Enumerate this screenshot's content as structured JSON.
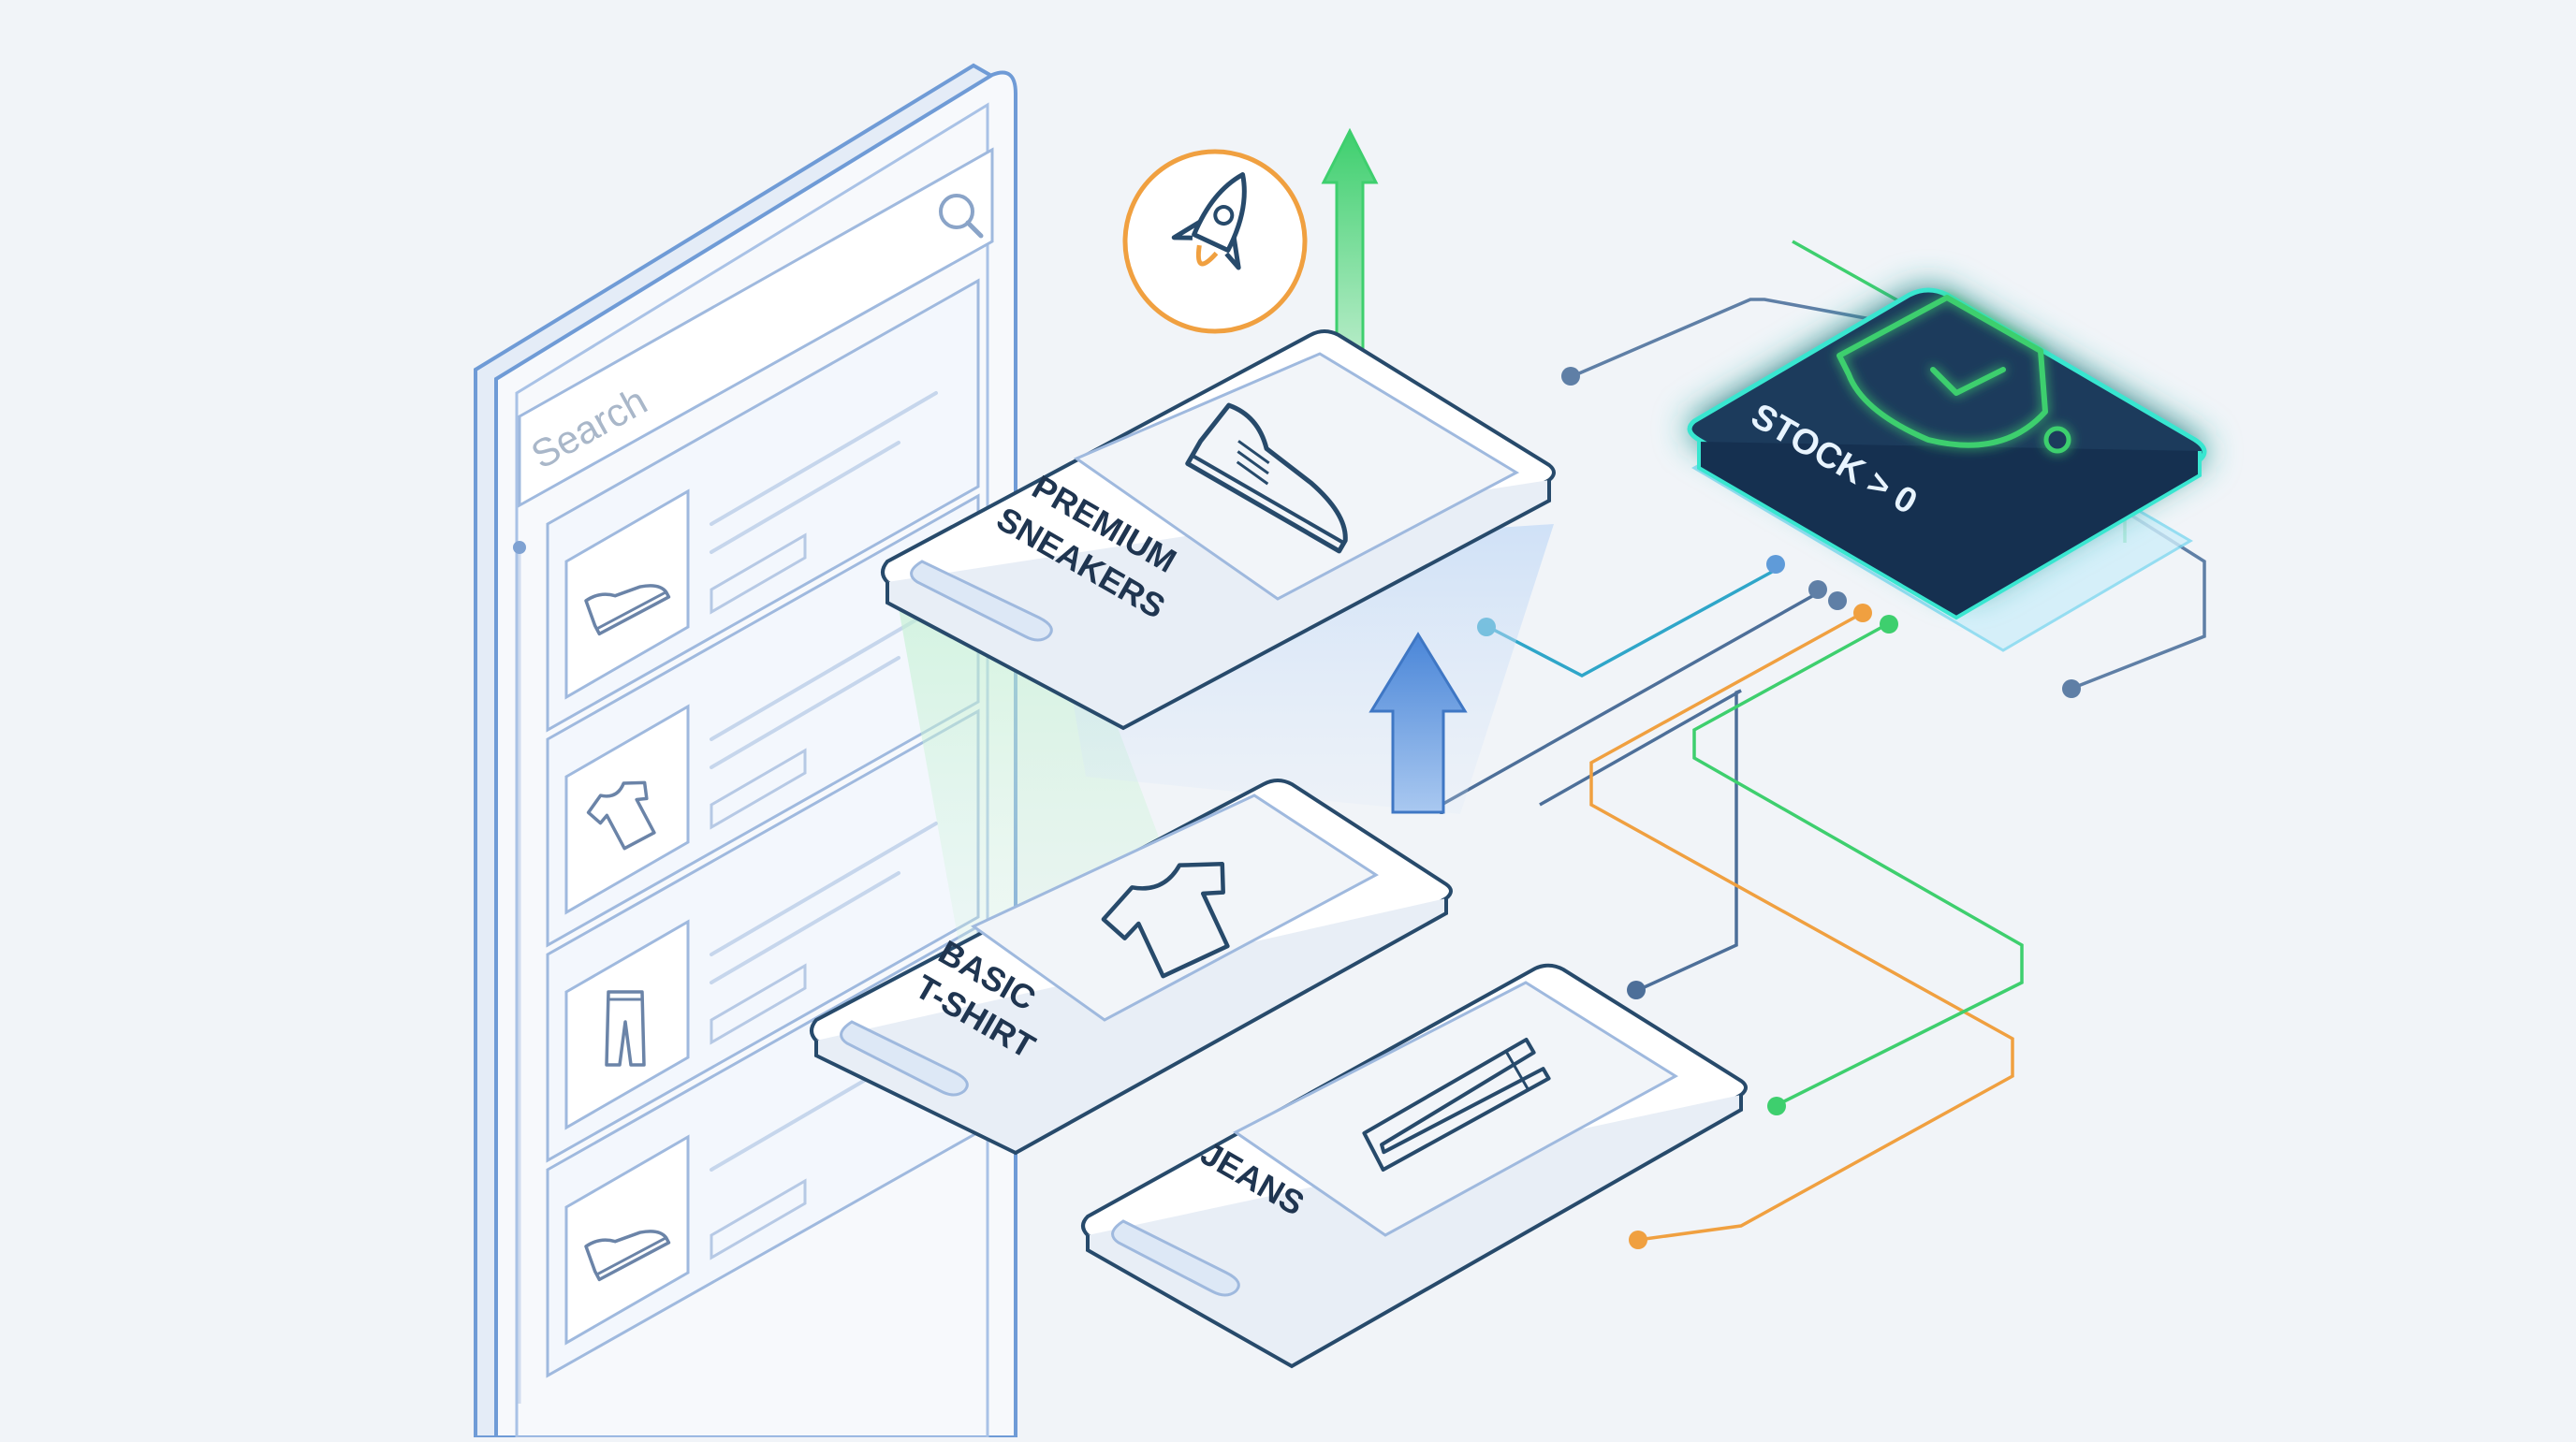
{
  "search": {
    "placeholder": "Search"
  },
  "cards": {
    "premium": {
      "line1": "PREMIUM",
      "line2": "SNEAKERS"
    },
    "basic": {
      "line1": "BASIC",
      "line2": "T-SHIRT"
    },
    "jeans": {
      "line1": "JEANS"
    }
  },
  "gate": {
    "label": "STOCK > 0"
  },
  "icons": {
    "search": "search-icon",
    "rocket": "rocket-icon",
    "sneaker": "sneaker-icon",
    "tshirt": "tshirt-icon",
    "jeans": "jeans-icon",
    "shield": "shield-check-icon"
  },
  "colors": {
    "outline": "#274a6b",
    "panel_blue": "#5b8fd6",
    "green": "#3ecf6e",
    "orange": "#f0a040",
    "teal": "#2fa6c9",
    "gate_fill": "#1a3b5c",
    "gate_glow": "#39e6d0"
  }
}
